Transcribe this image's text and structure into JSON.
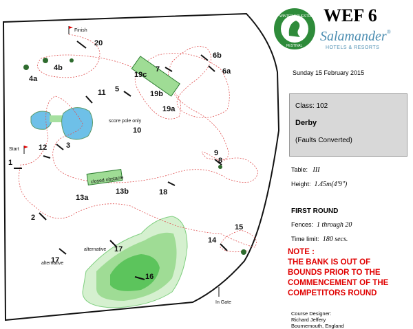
{
  "header": {
    "title": "WEF 6",
    "date": "Sunday    15 February 2015",
    "sponsor_name": "Salamander",
    "sponsor_reg": "®",
    "sponsor_sub": "HOTELS & RESORTS",
    "logo_text_top": "WINTER EQUESTRIAN",
    "logo_text_bottom": "FESTIVAL"
  },
  "class_box": {
    "class_label": "Class: 102",
    "name": "Derby",
    "scoring": "(Faults Converted)"
  },
  "info": {
    "table_label": "Table:",
    "table_value": "III",
    "height_label": "Height:",
    "height_value": "1.45m(4'9\")",
    "round": "FIRST ROUND",
    "fences_label": "Fences:",
    "fences_value": "1 through  20",
    "time_label": "Time limit:",
    "time_value": "180  secs."
  },
  "note": {
    "line1": "NOTE :",
    "line2": "THE BANK IS OUT OF",
    "line3": "BOUNDS PRIOR TO THE",
    "line4": "COMMENCEMENT OF THE",
    "line5": "COMPETITORS ROUND"
  },
  "designer": {
    "line1": "Course Designer:",
    "line2": "Richard Jeffery",
    "line3": "Bournemouth, England"
  },
  "course": {
    "start_label": "Start",
    "finish_label": "Finish",
    "in_gate_label": "In Gate",
    "fences": [
      "1",
      "2",
      "3",
      "4a",
      "4b",
      "5",
      "6a",
      "6b",
      "7",
      "8",
      "9",
      "10",
      "11",
      "12",
      "13a",
      "13b",
      "14",
      "15",
      "16",
      "17",
      "17",
      "18",
      "19a",
      "19b",
      "19c",
      "20"
    ],
    "annotations": {
      "score_pole": "score pole only",
      "closed_obstacle": "closed obstacle",
      "alternative_a": "alternative",
      "alternative_b": "alternative"
    }
  },
  "colors": {
    "note_red": "#e00000",
    "route_red": "#e05050",
    "bank_green": "#5cc45c",
    "water_blue": "#6ec0e8",
    "class_box_grey": "#d8d8d8",
    "sponsor_blue": "#4b8db1",
    "logo_green": "#2e8b3a"
  }
}
